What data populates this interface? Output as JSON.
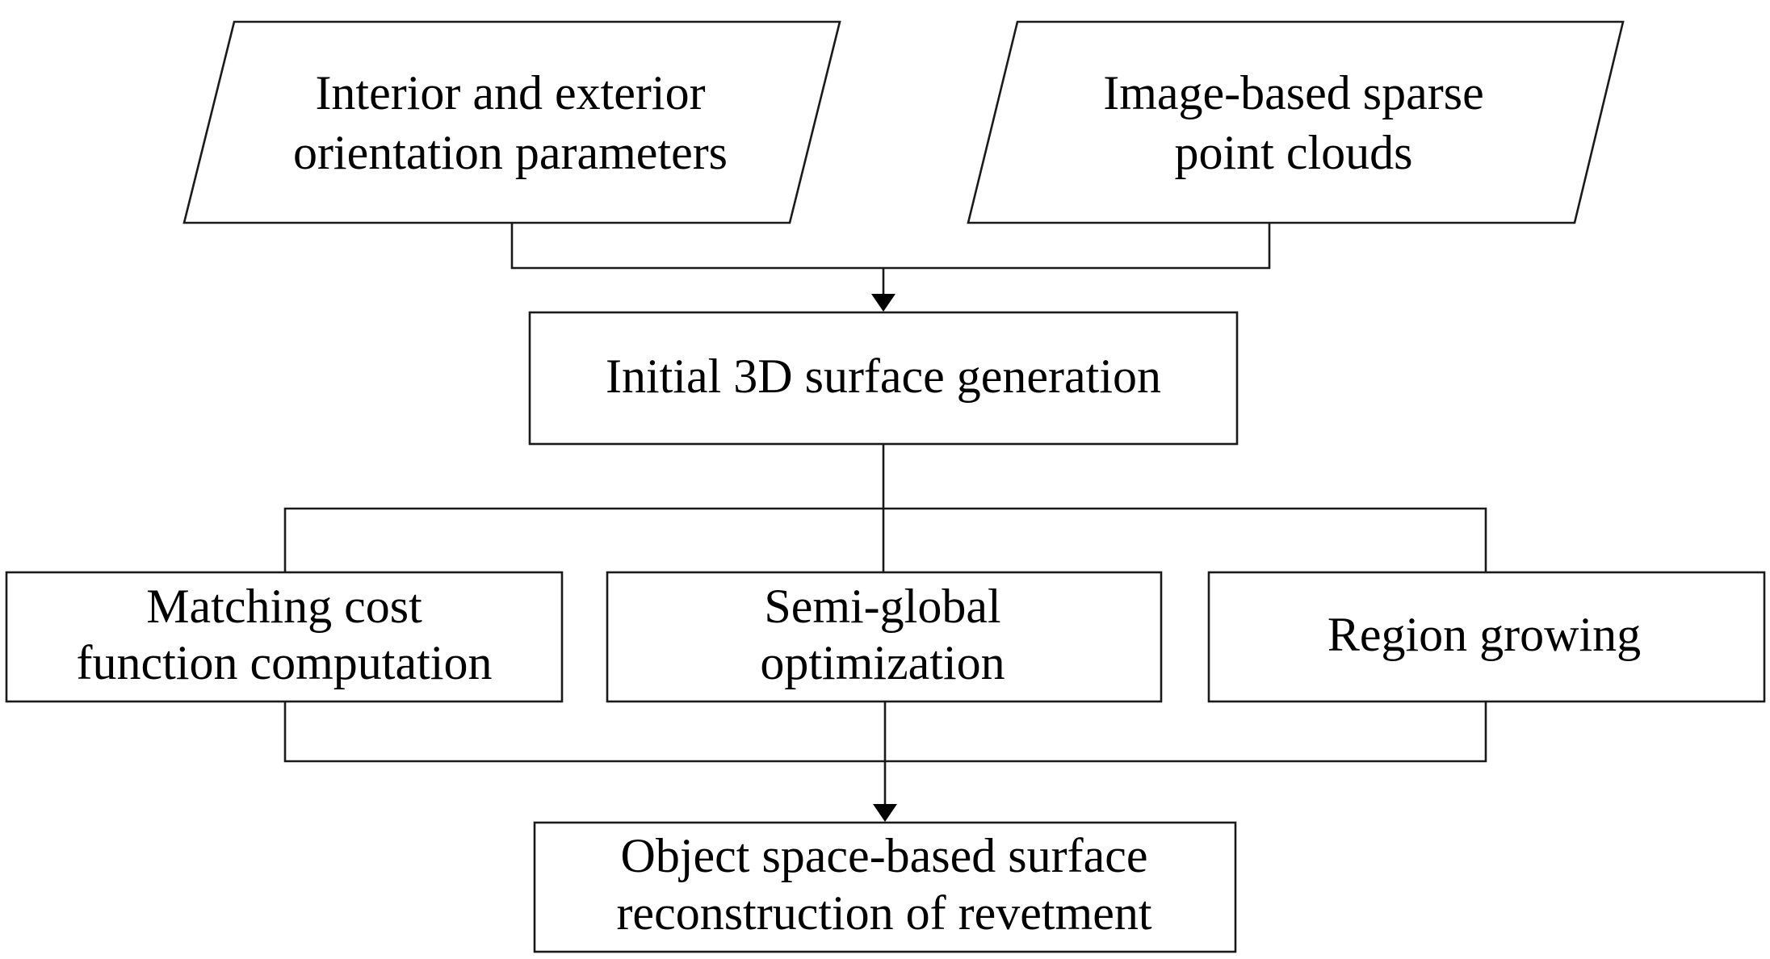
{
  "nodes": {
    "orientation": {
      "lines": [
        "Interior and exterior",
        "orientation parameters"
      ]
    },
    "sparse_points": {
      "lines": [
        "Image-based sparse",
        "point clouds"
      ]
    },
    "initial_surface": {
      "lines": [
        "Initial 3D surface generation"
      ]
    },
    "matching_cost": {
      "lines": [
        "Matching cost",
        "function computation"
      ]
    },
    "semi_global": {
      "lines": [
        "Semi-global",
        "optimization"
      ]
    },
    "region_growing": {
      "lines": [
        "Region growing"
      ]
    },
    "reconstruction": {
      "lines": [
        "Object space-based surface",
        "reconstruction of revetment"
      ]
    }
  }
}
